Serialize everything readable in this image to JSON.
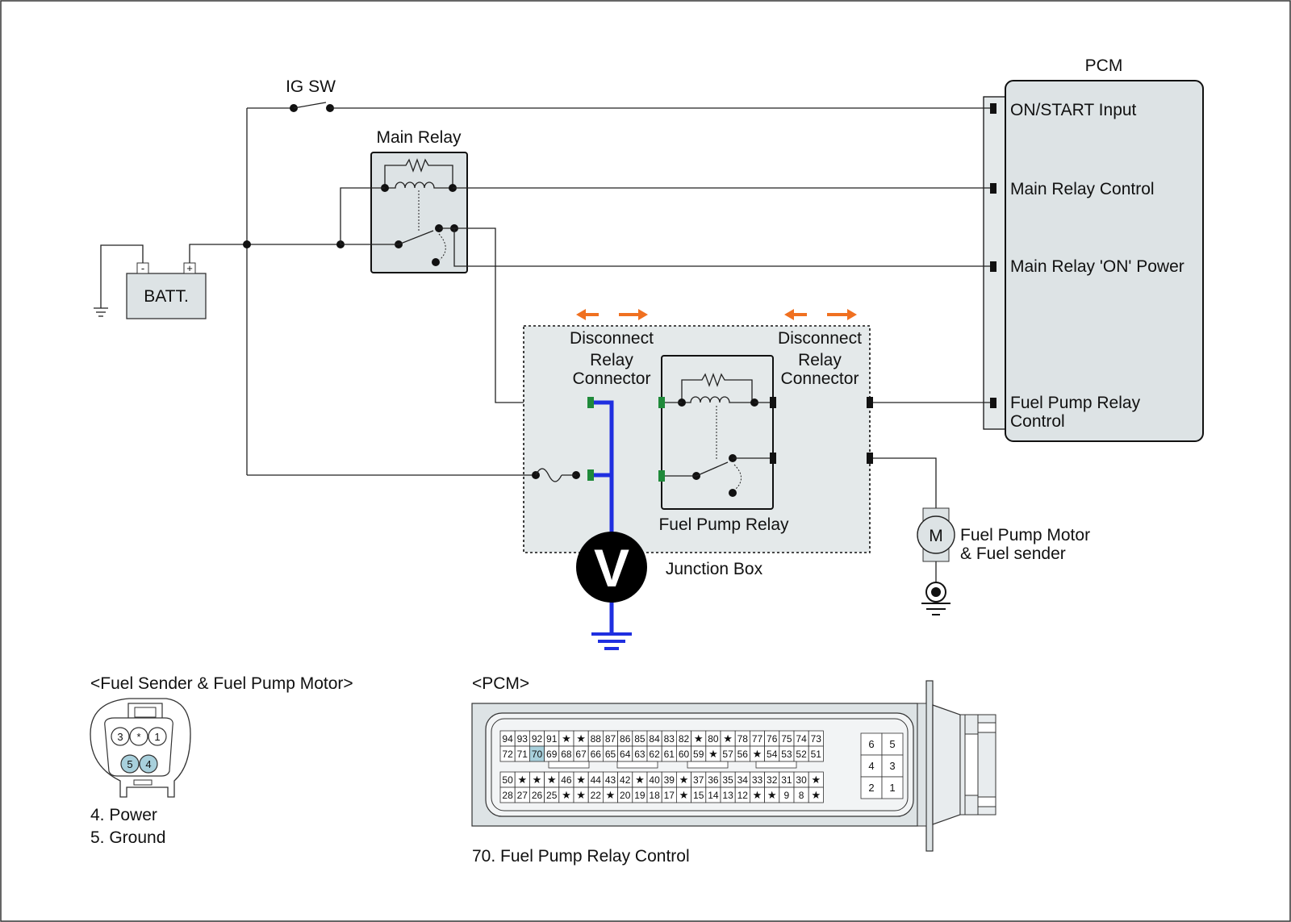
{
  "labels": {
    "ig_sw": "IG SW",
    "main_relay": "Main Relay",
    "pcm": "PCM",
    "batt": "BATT.",
    "batt_neg": "-",
    "batt_pos": "+",
    "on_start_input": "ON/START Input",
    "main_relay_control": "Main Relay Control",
    "main_relay_on_power": "Main Relay 'ON' Power",
    "fuel_pump_relay_control_1": "Fuel Pump Relay",
    "fuel_pump_relay_control_2": "Control",
    "disconnect_left_1": "Disconnect",
    "disconnect_left_2": "Relay",
    "disconnect_left_3": "Connector",
    "disconnect_right_1": "Disconnect",
    "disconnect_right_2": "Relay",
    "disconnect_right_3": "Connector",
    "fuel_pump_relay": "Fuel Pump Relay",
    "junction_box": "Junction Box",
    "voltmeter": "V",
    "motor": "M",
    "motor_label_1": "Fuel Pump Motor",
    "motor_label_2": "& Fuel sender"
  },
  "fuel_sender_connector": {
    "title": "<Fuel Sender & Fuel Pump Motor>",
    "pins_top": [
      "3",
      "*",
      "1"
    ],
    "pins_bottom": [
      "5",
      "4"
    ],
    "legend": [
      "4. Power",
      "5. Ground"
    ]
  },
  "pcm_connector": {
    "title": "<PCM>",
    "highlight_pin": "70",
    "rows": [
      [
        "94",
        "93",
        "92",
        "91",
        "*",
        "*",
        "88",
        "87",
        "86",
        "85",
        "84",
        "83",
        "82",
        "*",
        "80",
        "*",
        "78",
        "77",
        "76",
        "75",
        "74",
        "73"
      ],
      [
        "72",
        "71",
        "70",
        "69",
        "68",
        "67",
        "66",
        "65",
        "64",
        "63",
        "62",
        "61",
        "60",
        "59",
        "*",
        "57",
        "56",
        "*",
        "54",
        "53",
        "52",
        "51"
      ],
      [
        "50",
        "*",
        "*",
        "*",
        "46",
        "*",
        "44",
        "43",
        "42",
        "*",
        "40",
        "39",
        "*",
        "37",
        "36",
        "35",
        "34",
        "33",
        "32",
        "31",
        "30",
        "*"
      ],
      [
        "28",
        "27",
        "26",
        "25",
        "*",
        "*",
        "22",
        "*",
        "20",
        "19",
        "18",
        "17",
        "*",
        "15",
        "14",
        "13",
        "12",
        "*",
        "*",
        "9",
        "8",
        "*"
      ]
    ],
    "small_block": [
      [
        "6",
        "5"
      ],
      [
        "4",
        "3"
      ],
      [
        "2",
        "1"
      ]
    ],
    "legend": "70. Fuel Pump Relay Control"
  },
  "colors": {
    "measure_wire": "#1f2fe0",
    "disconnect_arrow": "#f07020",
    "relay_connector_pin": "#1f8a3a",
    "highlight_pin": "#a8d0dc"
  }
}
